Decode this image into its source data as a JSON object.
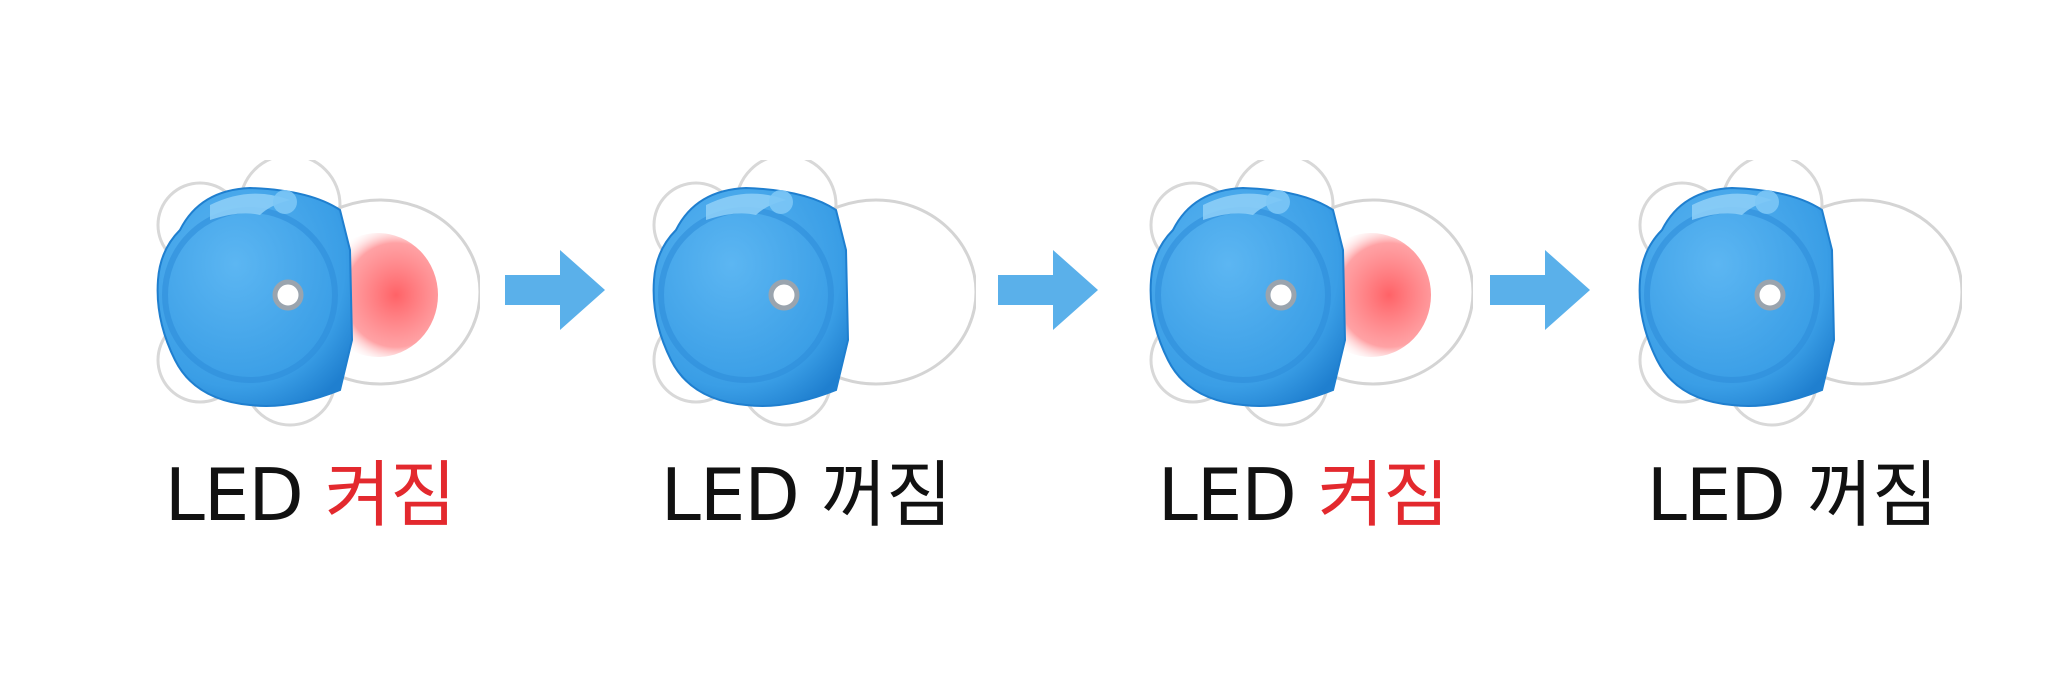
{
  "colors": {
    "blob": "#3a9ee6",
    "blob_dark": "#1f7fcf",
    "led_on": "#ff6b6b",
    "arrow": "#5ab0ea",
    "text": "#111111",
    "on_text": "#e3292e"
  },
  "steps": [
    {
      "prefix": "LED",
      "state_text": "켜짐",
      "led_on": true
    },
    {
      "prefix": "LED",
      "state_text": "꺼짐",
      "led_on": false
    },
    {
      "prefix": "LED",
      "state_text": "켜짐",
      "led_on": true
    },
    {
      "prefix": "LED",
      "state_text": "꺼짐",
      "led_on": false
    }
  ],
  "arrow_icon": "arrow-right-icon"
}
